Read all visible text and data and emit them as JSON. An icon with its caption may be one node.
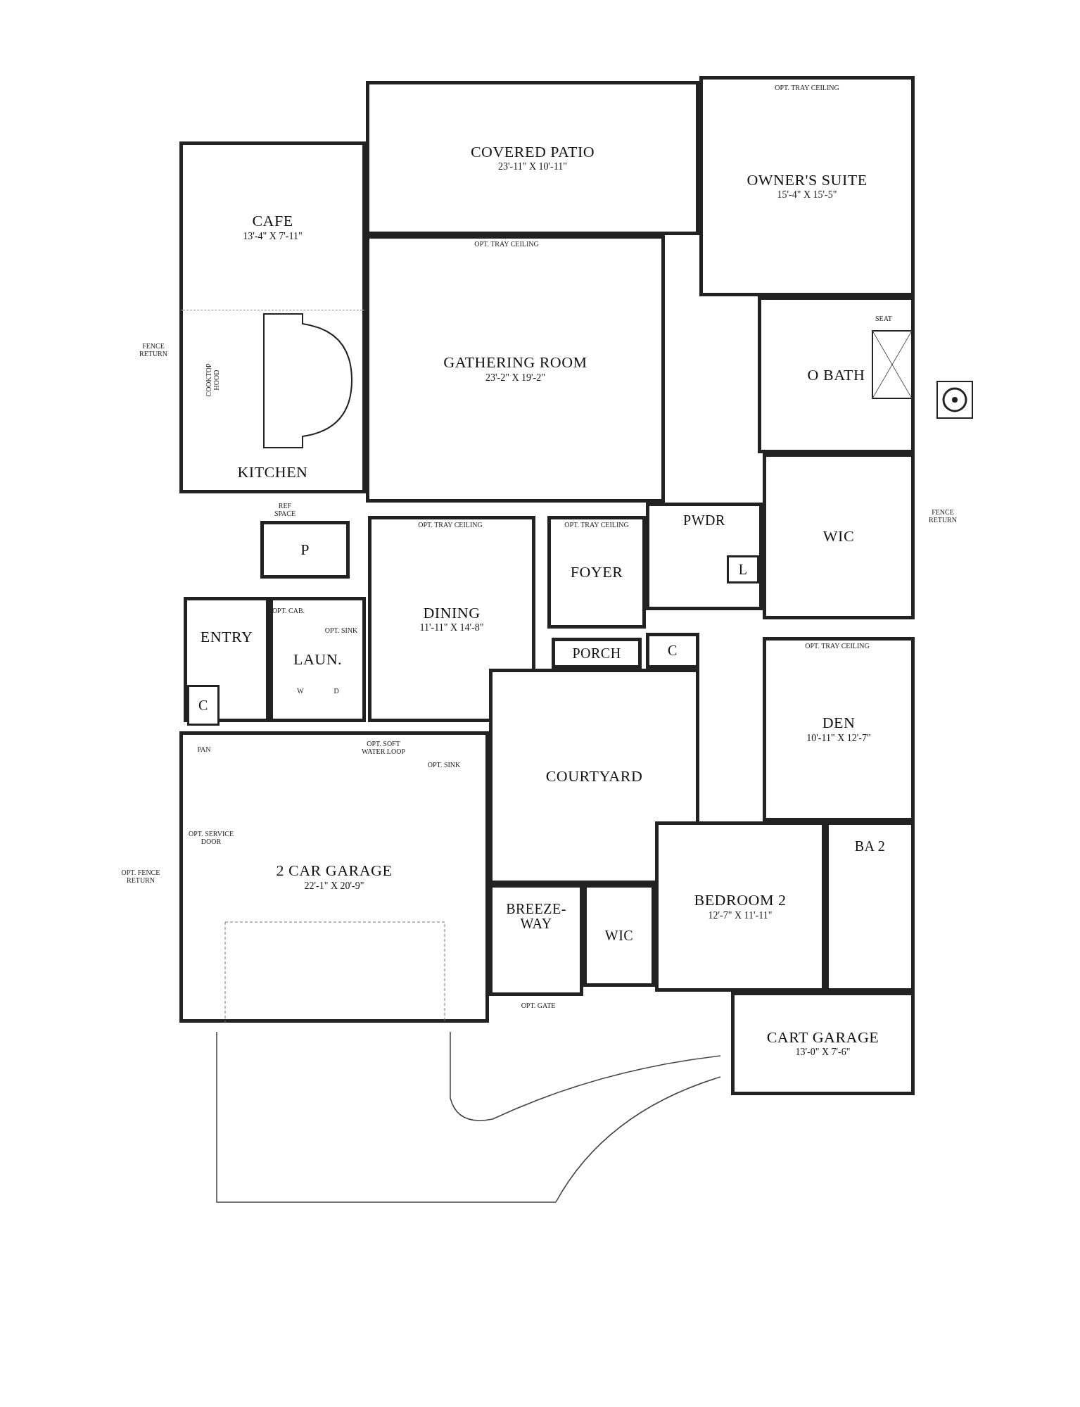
{
  "diagram": {
    "nodes": [
      {
        "text": [
          "COVERED PATIO",
          "23'-11\" X 10'-11\""
        ]
      },
      {
        "text": [
          "CAFE",
          "13'-4\" X 7'-11\""
        ]
      },
      {
        "text": [
          "KITCHEN"
        ]
      },
      {
        "text": [
          "OWNER'S SUITE",
          "15'-4\" X 15'-5\""
        ]
      },
      {
        "text": [
          "GATHERING ROOM",
          "23'-2\" X 19'-2\""
        ]
      },
      {
        "text": [
          "O BATH"
        ]
      },
      {
        "text": [
          "P"
        ]
      },
      {
        "text": [
          "PWDR"
        ]
      },
      {
        "text": [
          "L"
        ],
        "in": 7
      },
      {
        "text": [
          "WIC"
        ]
      },
      {
        "text": [
          "DINING",
          "11'-11\" X 14'-8\""
        ]
      },
      {
        "text": [
          "FOYER"
        ]
      },
      {
        "text": [
          "ENTRY"
        ]
      },
      {
        "text": [
          "LAUN."
        ]
      },
      {
        "text": [
          "C"
        ],
        "in": 12
      },
      {
        "text": [
          "PORCH"
        ]
      },
      {
        "text": [
          "C"
        ]
      },
      {
        "text": [
          "DEN",
          "10'-11\" X 12'-7\""
        ]
      },
      {
        "text": [
          "COURTYARD"
        ]
      },
      {
        "text": [
          "2 CAR GARAGE",
          "22'-1\" X 20'-9\""
        ]
      },
      {
        "text": [
          "BA 2"
        ]
      },
      {
        "text": [
          "BEDROOM 2",
          "12'-7\" X 11'-11\""
        ]
      },
      {
        "text": [
          "BREEZE-WAY"
        ]
      },
      {
        "text": [
          "WIC"
        ]
      },
      {
        "text": [
          "CART GARAGE",
          "13'-0\" X 7'-6\""
        ]
      }
    ],
    "labels": [
      "OPT. TRAY CEILING",
      "OPT. TRAY CEILING",
      "FENCE RETURN",
      "COOKTOP HOOD",
      "SEAT",
      "REF SPACE",
      "OPT. TRAY CEILING",
      "OPT. TRAY CEILING",
      "FENCE RETURN",
      "OPT. CAB.",
      "OPT. SINK",
      "OPT. TRAY CEILING",
      "W",
      "D",
      "PAN",
      "OPT. SOFT WATER LOOP",
      "OPT. SINK",
      "OPT. SERVICE DOOR",
      "OPT. FENCE RETURN",
      "OPT. GATE"
    ]
  }
}
